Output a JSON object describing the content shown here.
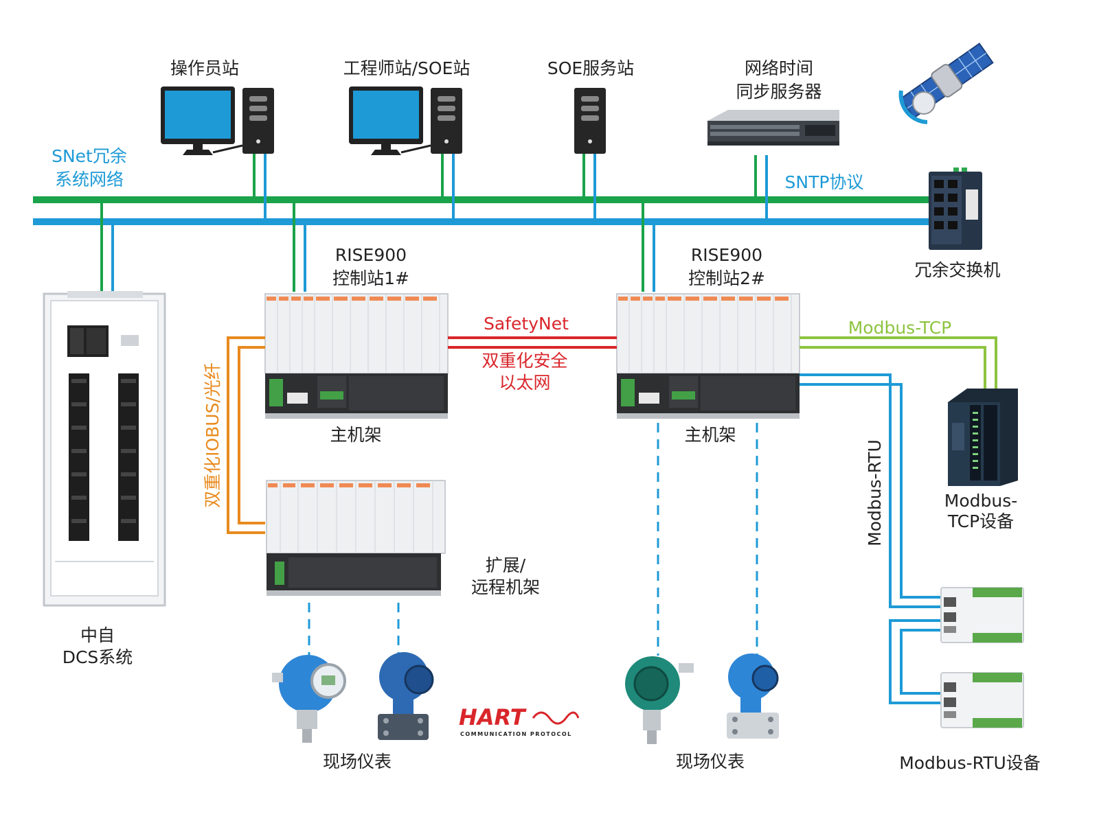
{
  "labels": {
    "operator_station": "操作员站",
    "engineer_station": "工程师站/SOE站",
    "soe_server": "SOE服务站",
    "time_server_line1": "网络时间",
    "time_server_line2": "同步服务器",
    "snet_line1": "SNet冗余",
    "snet_line2": "系统网络",
    "sntp": "SNTP协议",
    "redundant_switch": "冗余交换机",
    "station1_line1": "RISE900",
    "station1_line2": "控制站1#",
    "station2_line1": "RISE900",
    "station2_line2": "控制站2#",
    "safetynet": "SafetyNet",
    "safety_ethernet_line1": "双重化安全",
    "safety_ethernet_line2": "以太网",
    "modbus_tcp": "Modbus-TCP",
    "main_rack_1": "主机架",
    "main_rack_2": "主机架",
    "iobus": "双重化IOBUS/光纤",
    "ext_rack_line1": "扩展/",
    "ext_rack_line2": "远程机架",
    "modbus_rtu": "Modbus-RTU",
    "modbus_tcp_device_line1": "Modbus-",
    "modbus_tcp_device_line2": "TCP设备",
    "dcs_line1": "中自",
    "dcs_line2": "DCS系统",
    "field_instruments_1": "现场仪表",
    "field_instruments_2": "现场仪表",
    "modbus_rtu_device": "Modbus-RTU设备",
    "hart_logo": "HART",
    "hart_sub": "COMMUNICATION PROTOCOL"
  },
  "colors": {
    "snet_green": "#1aa34a",
    "snet_blue": "#1e9ad6",
    "safetynet_red": "#d9262b",
    "modbus_tcp_green": "#8dc43f",
    "iobus_orange": "#e88a1e",
    "monitor_blue": "#1e9ad6"
  }
}
